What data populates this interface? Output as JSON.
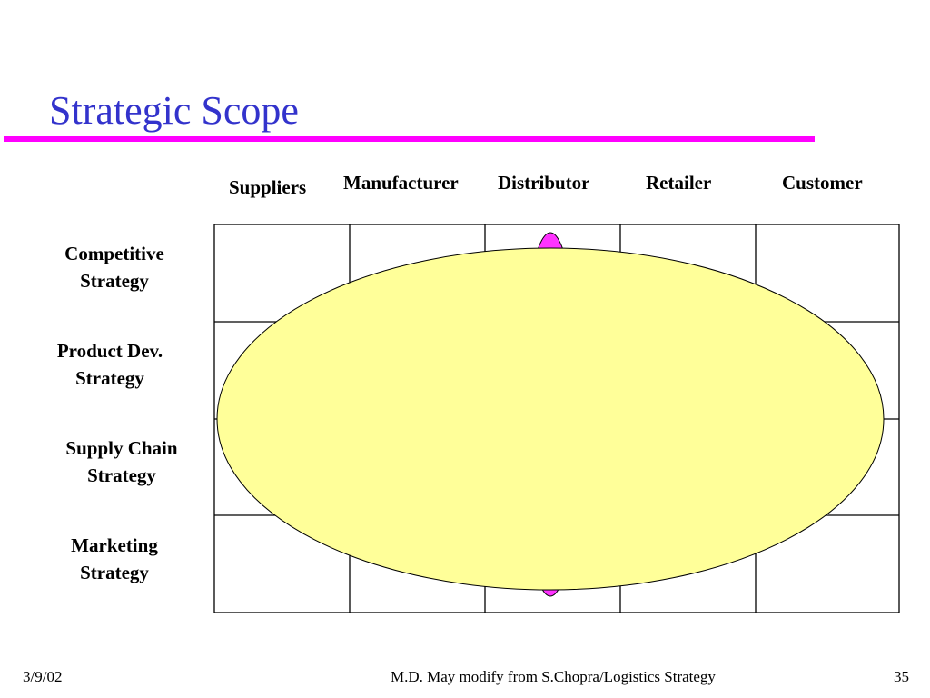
{
  "slide": {
    "title": "Strategic Scope"
  },
  "columns": [
    {
      "label": "Suppliers"
    },
    {
      "label": "Manufacturer"
    },
    {
      "label": "Distributor"
    },
    {
      "label": "Retailer"
    },
    {
      "label": "Customer"
    }
  ],
  "rows": [
    {
      "line1": "Competitive",
      "line2": "Strategy"
    },
    {
      "line1": "Product Dev.",
      "line2": "Strategy"
    },
    {
      "line1": "Supply Chain",
      "line2": "Strategy"
    },
    {
      "line1": "Marketing",
      "line2": "Strategy"
    }
  ],
  "footer": {
    "date": "3/9/02",
    "credit": "M.D. May modify from S.Chopra/Logistics Strategy",
    "page": "35"
  },
  "colors": {
    "title": "#3333cc",
    "rule": "#ff00ff",
    "ellipse_fill": "#ffff99",
    "small_ellipse_fill": "#ff33ff",
    "grid_line": "#000000"
  }
}
